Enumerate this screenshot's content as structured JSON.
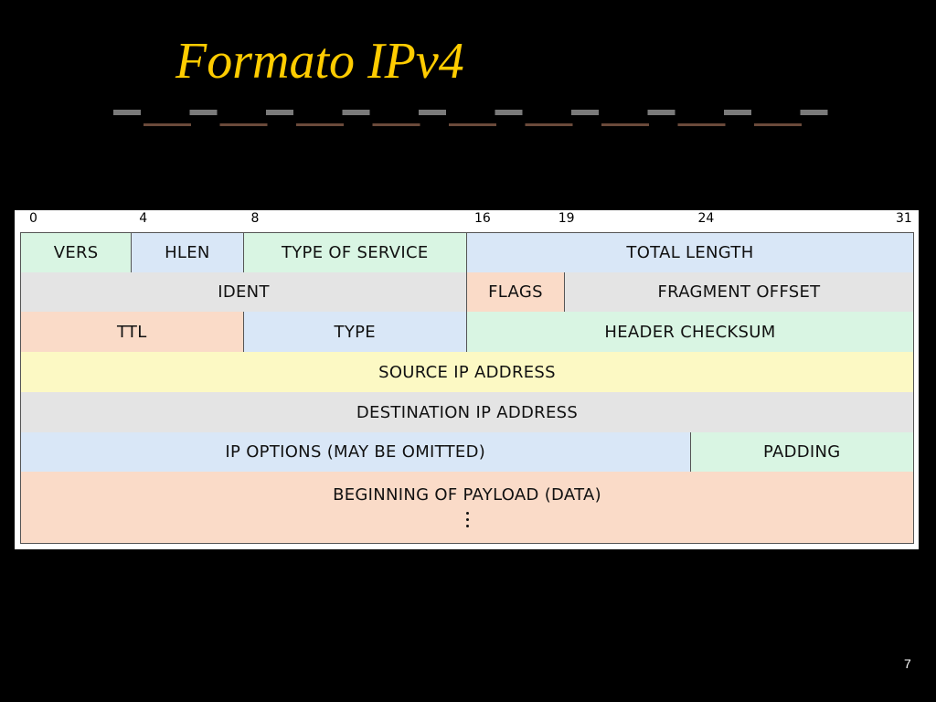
{
  "slide": {
    "title": "Formato IPv4",
    "page_number": "7"
  },
  "colors": {
    "title": "#FFCC00",
    "green": "#D9F5E3",
    "blue": "#D9E7F7",
    "gray": "#E4E4E4",
    "peach": "#FADBC8",
    "yellow": "#FCF9C4"
  },
  "diagram": {
    "bit_labels": [
      "0",
      "4",
      "8",
      "16",
      "19",
      "24",
      "31"
    ],
    "rows": [
      [
        {
          "label": "VERS",
          "bits": 4,
          "color": "green"
        },
        {
          "label": "HLEN",
          "bits": 4,
          "color": "blue"
        },
        {
          "label": "TYPE OF SERVICE",
          "bits": 8,
          "color": "green"
        },
        {
          "label": "TOTAL LENGTH",
          "bits": 16,
          "color": "blue"
        }
      ],
      [
        {
          "label": "IDENT",
          "bits": 16,
          "color": "gray"
        },
        {
          "label": "FLAGS",
          "bits": 3.5,
          "color": "peach"
        },
        {
          "label": "FRAGMENT OFFSET",
          "bits": 12.5,
          "color": "gray"
        }
      ],
      [
        {
          "label": "TTL",
          "bits": 8,
          "color": "peach"
        },
        {
          "label": "TYPE",
          "bits": 8,
          "color": "blue"
        },
        {
          "label": "HEADER CHECKSUM",
          "bits": 16,
          "color": "green"
        }
      ],
      [
        {
          "label": "SOURCE IP ADDRESS",
          "bits": 32,
          "color": "yellow"
        }
      ],
      [
        {
          "label": "DESTINATION IP ADDRESS",
          "bits": 32,
          "color": "gray"
        }
      ],
      [
        {
          "label": "IP OPTIONS (MAY BE OMITTED)",
          "bits": 24,
          "color": "blue"
        },
        {
          "label": "PADDING",
          "bits": 8,
          "color": "green"
        }
      ],
      [
        {
          "label": "BEGINNING OF PAYLOAD (DATA)",
          "bits": 32,
          "color": "peach",
          "payload": true
        }
      ]
    ]
  }
}
